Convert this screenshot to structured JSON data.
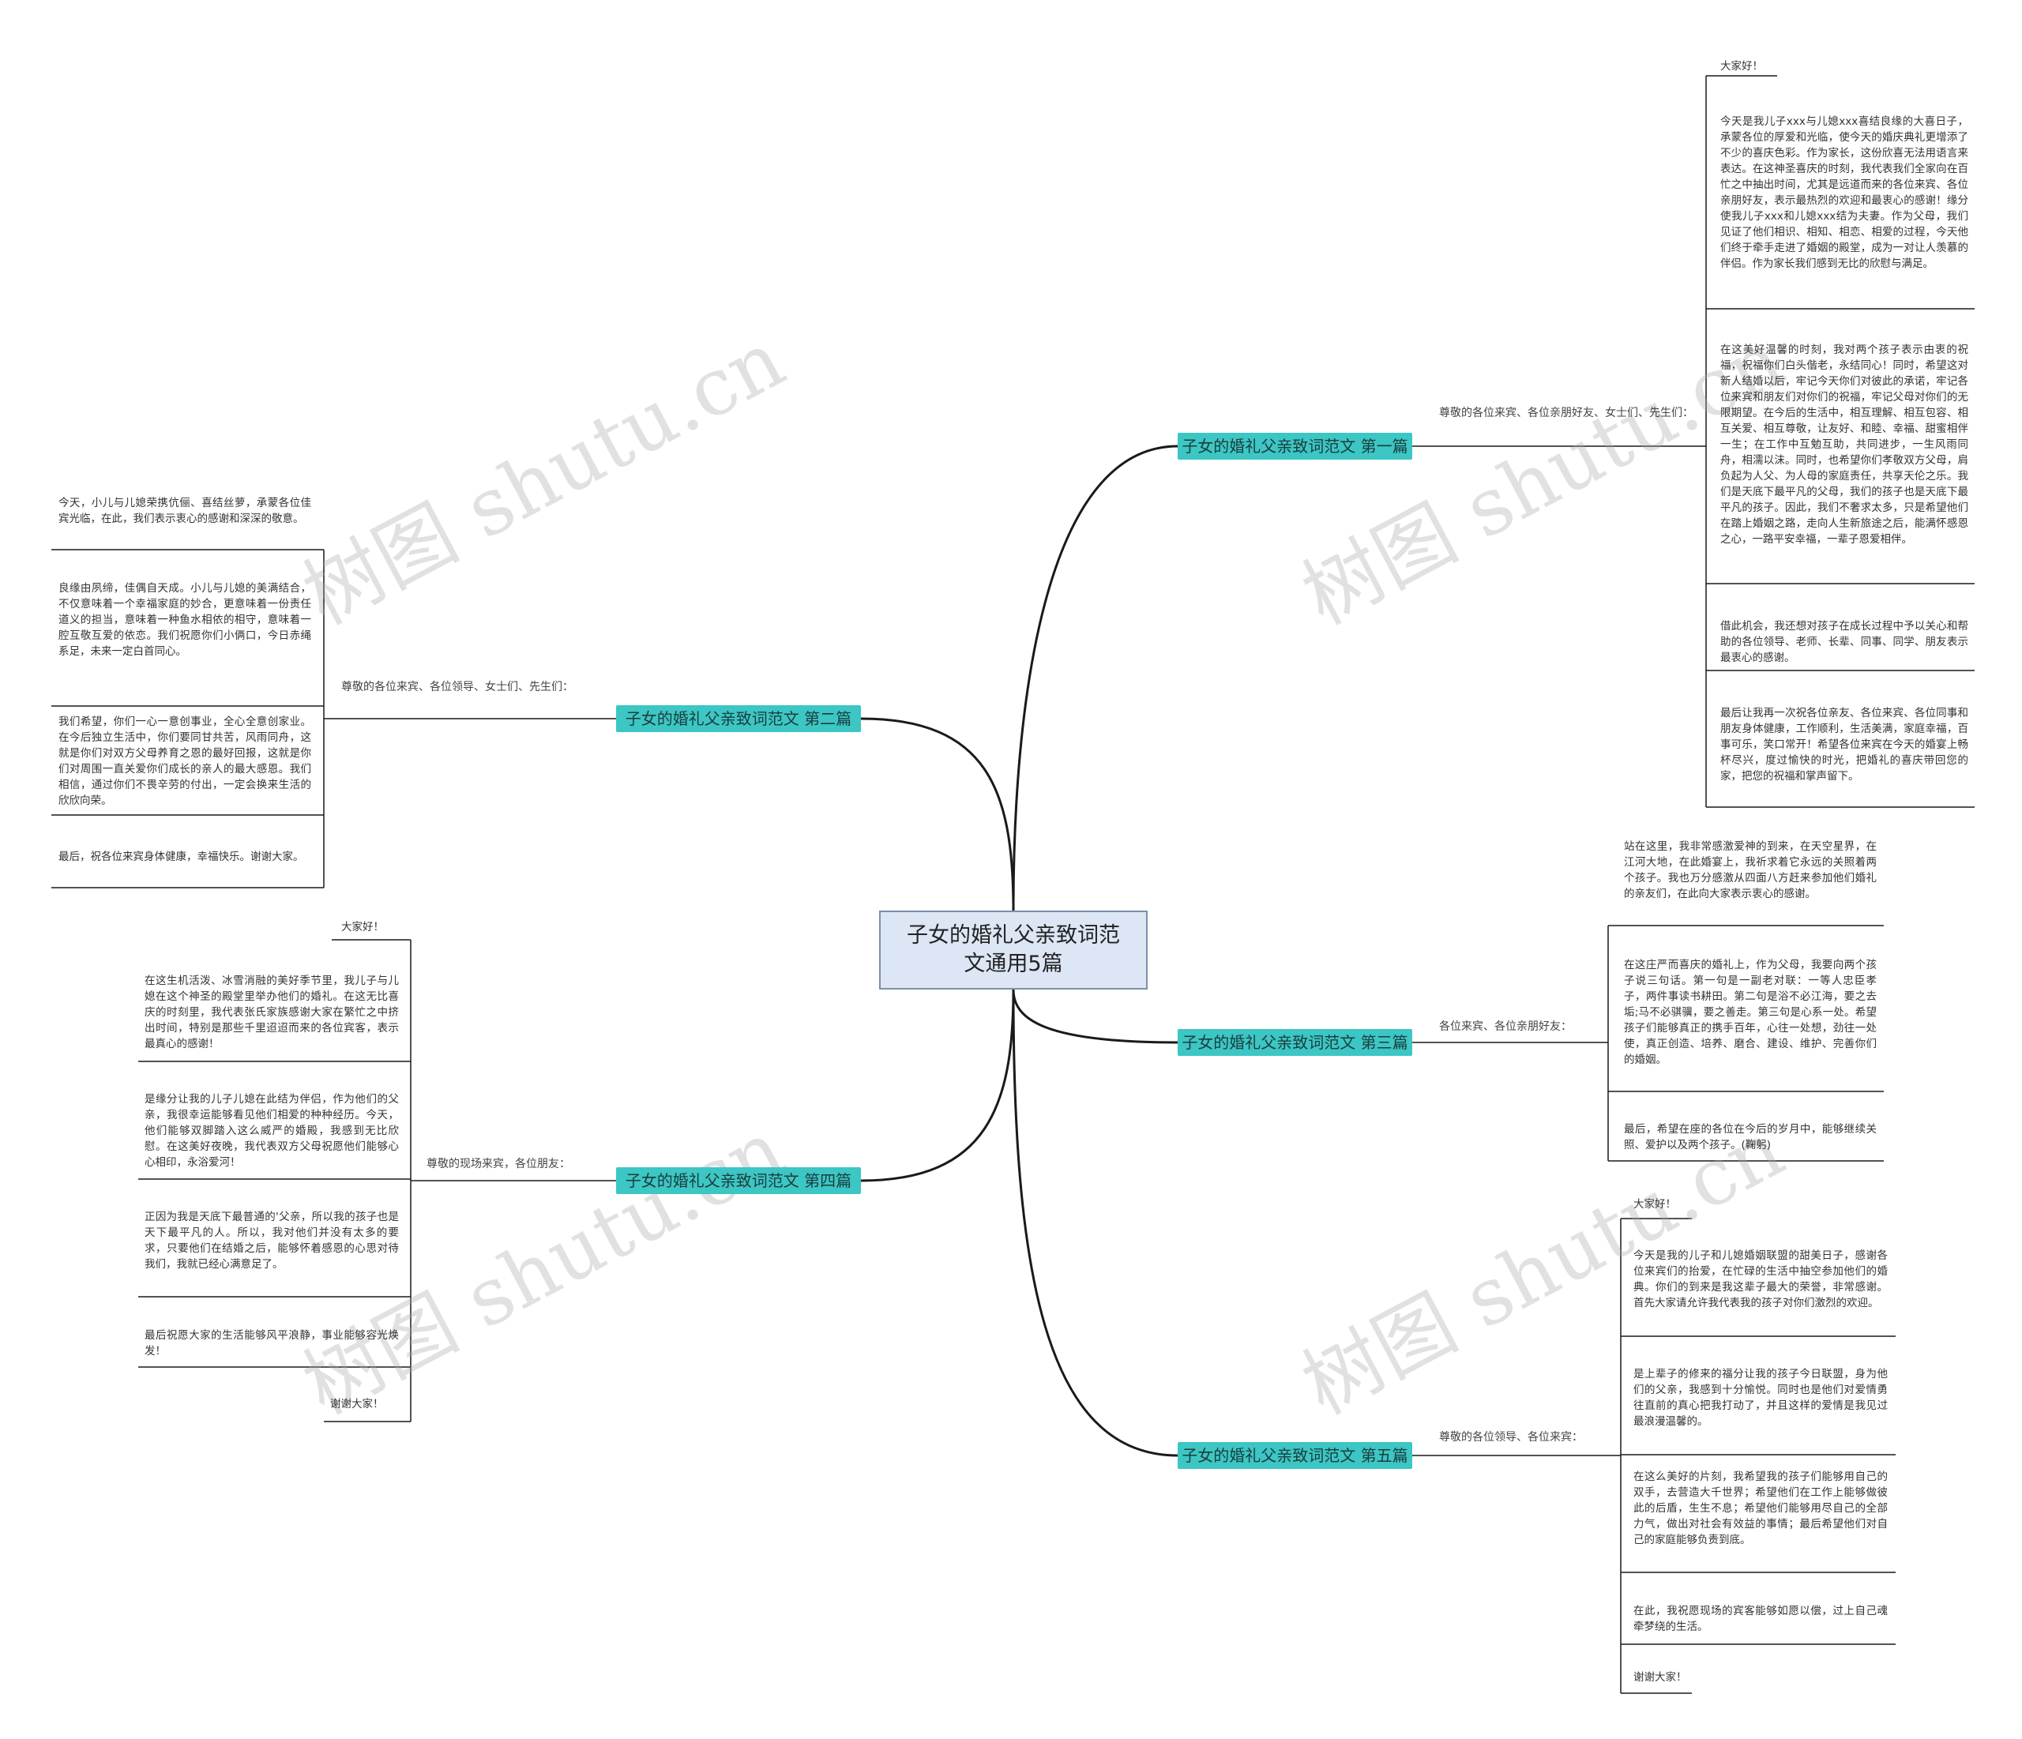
{
  "root": {
    "title": "子女的婚礼父亲致词范文通用5篇"
  },
  "watermarks": [
    "树图 shutu.cn",
    "树图 shutu.cn",
    "树图 shutu.cn",
    "树图 shutu.cn"
  ],
  "branches": {
    "b1": {
      "label": "子女的婚礼父亲致词范文 第一篇",
      "preface": "尊敬的各位来宾、各位亲朋好友、女士们、先生们：",
      "texts": [
        "大家好！",
        "今天是我儿子xxx与儿媳xxx喜结良缘的大喜日子，承蒙各位的厚爱和光临，使今天的婚庆典礼更增添了不少的喜庆色彩。作为家长，这份欣喜无法用语言来表达。在这神圣喜庆的时刻，我代表我们全家向在百忙之中抽出时间，尤其是远道而来的各位来宾、各位亲朋好友，表示最热烈的欢迎和最衷心的感谢！缘分使我儿子xxx和儿媳xxx结为夫妻。作为父母，我们见证了他们相识、相知、相恋、相爱的过程，今天他们终于牵手走进了婚姻的殿堂，成为一对让人羡慕的伴侣。作为家长我们感到无比的欣慰与满足。",
        "在这美好温馨的时刻，我对两个孩子表示由衷的祝福，祝福你们白头偕老，永结同心！同时，希望这对新人结婚以后，牢记今天你们对彼此的承诺，牢记各位来宾和朋友们对你们的祝福，牢记父母对你们的无限期望。在今后的生活中，相互理解、相互包容、相互关爱、相互尊敬，让友好、和睦、幸福、甜蜜相伴一生；在工作中互勉互助，共同进步，一生风雨同舟，相濡以沫。同时，也希望你们孝敬双方父母，肩负起为人父、为人母的家庭责任，共享天伦之乐。我们是天底下最平凡的父母，我们的孩子也是天底下最平凡的孩子。因此，我们不奢求太多，只是希望他们在踏上婚姻之路，走向人生新旅途之后，能满怀感恩之心，一路平安幸福，一辈子恩爱相伴。",
        "借此机会，我还想对孩子在成长过程中予以关心和帮助的各位领导、老师、长辈、同事、同学、朋友表示最衷心的感谢。",
        "最后让我再一次祝各位亲友、各位来宾、各位同事和朋友身体健康，工作顺利，生活美满，家庭幸福，百事可乐，笑口常开！希望各位来宾在今天的婚宴上畅杯尽兴，度过愉快的时光，把婚礼的喜庆带回您的家，把您的祝福和掌声留下。"
      ]
    },
    "b2": {
      "label": "子女的婚礼父亲致词范文 第二篇",
      "preface": "尊敬的各位来宾、各位领导、女士们、先生们：",
      "texts": [
        "今天，小儿与儿媳荣携伉俪、喜结丝萝，承蒙各位佳宾光临，在此，我们表示衷心的感谢和深深的敬意。",
        "良缘由夙缔，佳偶自天成。小儿与儿媳的美满结合，不仅意味着一个幸福家庭的妙合，更意味着一份责任道义的担当，意味着一种鱼水相依的相守，意味着一腔互敬互爱的依恋。我们祝愿你们小俩口，今日赤绳系足，未来一定白首同心。",
        "我们希望，你们一心一意创事业，全心全意创家业。在今后独立生活中，你们要同甘共苦，风雨同舟，这就是你们对双方父母养育之恩的最好回报，这就是你们对周围一直关爱你们成长的亲人的最大感恩。我们相信，通过你们不畏辛劳的付出，一定会换来生活的欣欣向荣。",
        "最后，祝各位来宾身体健康，幸福快乐。谢谢大家。"
      ]
    },
    "b3": {
      "label": "子女的婚礼父亲致词范文 第三篇",
      "preface": "各位来宾、各位亲朋好友：",
      "texts": [
        "站在这里，我非常感激爱神的到来，在天空星界，在江河大地，在此婚宴上，我祈求着它永远的关照着两个孩子。我也万分感激从四面八方赶来参加他们婚礼的亲友们，在此向大家表示衷心的感谢。",
        "在这庄严而喜庆的婚礼上，作为父母，我要向两个孩子说三句话。第一句是一副老对联：一等人忠臣孝子，两件事读书耕田。第二句是浴不必江海，要之去垢;马不必骐骥，要之善走。第三句是心系一处。希望孩子们能够真正的携手百年，心往一处想，劲往一处使，真正创造、培养、磨合、建设、维护、完善你们的婚姻。",
        "最后，希望在座的各位在今后的岁月中，能够继续关照、爱护以及两个孩子。(鞠躬)"
      ]
    },
    "b4": {
      "label": "子女的婚礼父亲致词范文 第四篇",
      "preface": "尊敬的现场来宾，各位朋友：",
      "texts": [
        "大家好！",
        "在这生机活泼、冰雪消融的美好季节里，我儿子与儿媳在这个神圣的殿堂里举办他们的婚礼。在这无比喜庆的时刻里，我代表张氏家族感谢大家在繁忙之中挤出时间，特别是那些千里迢迢而来的各位宾客，表示最真心的感谢！",
        "是缘分让我的儿子儿媳在此结为伴侣，作为他们的父亲，我很幸运能够看见他们相爱的种种经历。今天，他们能够双脚踏入这么威严的婚殿，我感到无比欣慰。在这美好夜晚，我代表双方父母祝愿他们能够心心相印，永浴爱河！",
        "正因为我是天底下最普通的'父亲，所以我的孩子也是天下最平凡的人。所以，我对他们并没有太多的要求，只要他们在结婚之后，能够怀着感恩的心思对待我们，我就已经心满意足了。",
        "最后祝愿大家的生活能够风平浪静，事业能够容光焕发！",
        "谢谢大家！"
      ]
    },
    "b5": {
      "label": "子女的婚礼父亲致词范文 第五篇",
      "preface": "尊敬的各位领导、各位来宾：",
      "texts": [
        "大家好！",
        "今天是我的儿子和儿媳婚姻联盟的甜美日子，感谢各位来宾们的抬爱，在忙碌的生活中抽空参加他们的婚典。你们的到来是我这辈子最大的荣誉，非常感谢。首先大家请允许我代表我的孩子对你们激烈的欢迎。",
        "是上辈子的修来的福分让我的孩子今日联盟，身为他们的父亲，我感到十分愉悦。同时也是他们对爱情勇往直前的真心把我打动了，并且这样的爱情是我见过最浪漫温馨的。",
        "在这么美好的片刻，我希望我的孩子们能够用自己的双手，去营造大千世界；希望他们在工作上能够做彼此的后盾，生生不息；希望他们能够用尽自己的全部力气，做出对社会有效益的事情；最后希望他们对自己的家庭能够负责到底。",
        "在此，我祝愿现场的宾客能够如愿以偿，过上自己魂牵梦绕的生活。",
        "谢谢大家！"
      ]
    }
  },
  "colors": {
    "branch_fill": "#3cc6c4",
    "root_fill": "#dde6f4",
    "root_border": "#7d8fad",
    "line": "#1a1a1a"
  }
}
